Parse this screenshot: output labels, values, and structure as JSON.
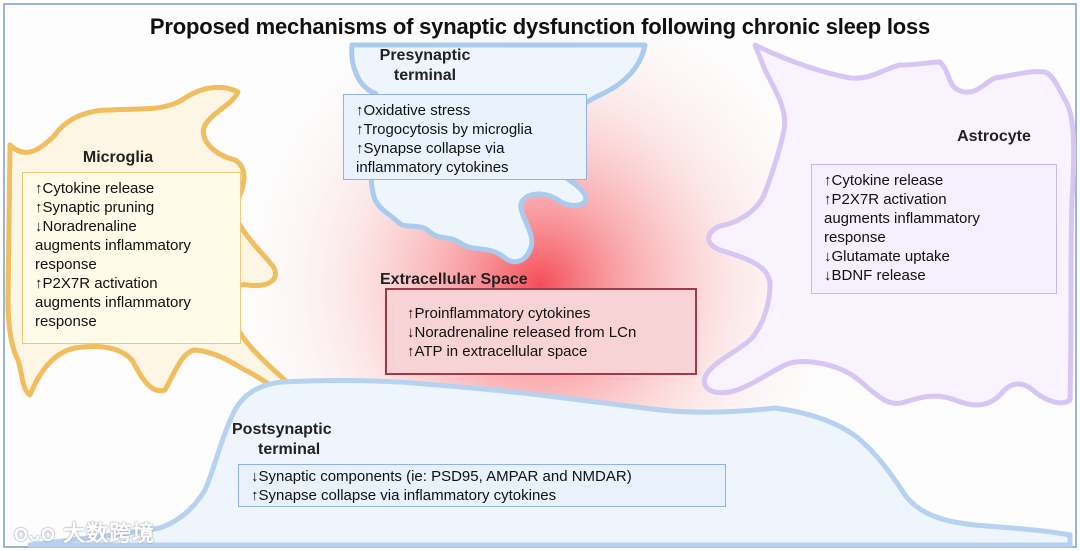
{
  "title": "Proposed mechanisms of synaptic dysfunction following chronic sleep loss",
  "colors": {
    "microglia": "#f0bd5f",
    "presynaptic": "#a9cbee",
    "astrocyte": "#d7c6f3",
    "extracellular": "#f05a64",
    "postsynaptic": "#b7d2f0"
  },
  "regions": {
    "microglia": {
      "label": "Microglia",
      "lines": [
        "↑Cytokine release",
        "↑Synaptic pruning",
        "↓Noradrenaline",
        "augments inflammatory",
        "response",
        "↑P2X7R activation",
        "augments inflammatory",
        "response"
      ]
    },
    "presynaptic": {
      "label_lines": [
        "Presynaptic",
        "terminal"
      ],
      "lines": [
        "↑Oxidative stress",
        "↑Trogocytosis by microglia",
        "↑Synapse collapse via",
        "inflammatory cytokines"
      ]
    },
    "extracellular": {
      "label": "Extracellular Space",
      "lines": [
        "↑Proinflammatory cytokines",
        "↓Noradrenaline released from LCn",
        "↑ATP in extracellular space"
      ]
    },
    "astrocyte": {
      "label": "Astrocyte",
      "lines": [
        "↑Cytokine release",
        "↑P2X7R activation",
        "augments inflammatory",
        "response",
        "↓Glutamate uptake",
        "↓BDNF release"
      ]
    },
    "postsynaptic": {
      "label_lines": [
        "Postsynaptic",
        "terminal"
      ],
      "lines": [
        "↓Synaptic components (ie: PSD95, AMPAR and NMDAR)",
        "↑Synapse collapse via inflammatory cytokines"
      ]
    }
  },
  "watermark": "大数跨境"
}
